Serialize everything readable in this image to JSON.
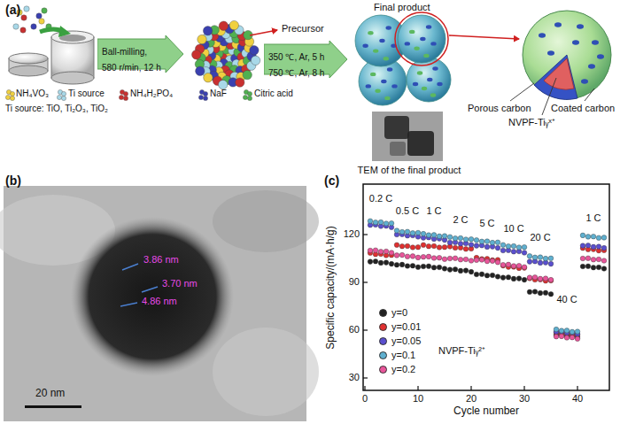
{
  "diagram": {
    "nodes": [
      {
        "text": [
          "Ball-milling,",
          "580 r/min, 12 h"
        ]
      },
      {
        "text": [
          "350 ℃, Ar, 5 h",
          "750 ℃, Ar, 8 h"
        ]
      }
    ],
    "labels": [
      "(a)",
      "NH₄VO₃",
      "Ti source",
      "NH₄H₂PO₄",
      "NaF",
      "Citric acid",
      "Ti source: TiO, Ti₂O₃, TiO₂",
      "Precursor",
      "Final product",
      "Porous carbon",
      "Coated carbon",
      "NVPF-Tiᵧˣ⁺",
      "TEM of the final product",
      "(b)",
      "3.86 nm",
      "3.70 nm",
      "4.86 nm",
      "20 nm",
      "(c)",
      "Specific capacity/(mA·h/g)",
      "Cycle number",
      "30",
      "60",
      "90",
      "120",
      "0",
      "10",
      "20",
      "30",
      "40",
      "0.2 C",
      "0.5 C",
      "1 C",
      "2 C",
      "5 C",
      "10 C",
      "20 C",
      "40 C",
      "1 C",
      "NVPF-Tiᵧ²⁺"
    ],
    "legend": [
      {
        "text": "y=0",
        "color": "#222222"
      },
      {
        "text": "y=0.01",
        "color": "#e03030"
      },
      {
        "text": "y=0.05",
        "color": "#5a4fcf"
      },
      {
        "text": "y=0.1",
        "color": "#5fb0d0"
      },
      {
        "text": "y=0.2",
        "color": "#e8559a"
      }
    ]
  }
}
